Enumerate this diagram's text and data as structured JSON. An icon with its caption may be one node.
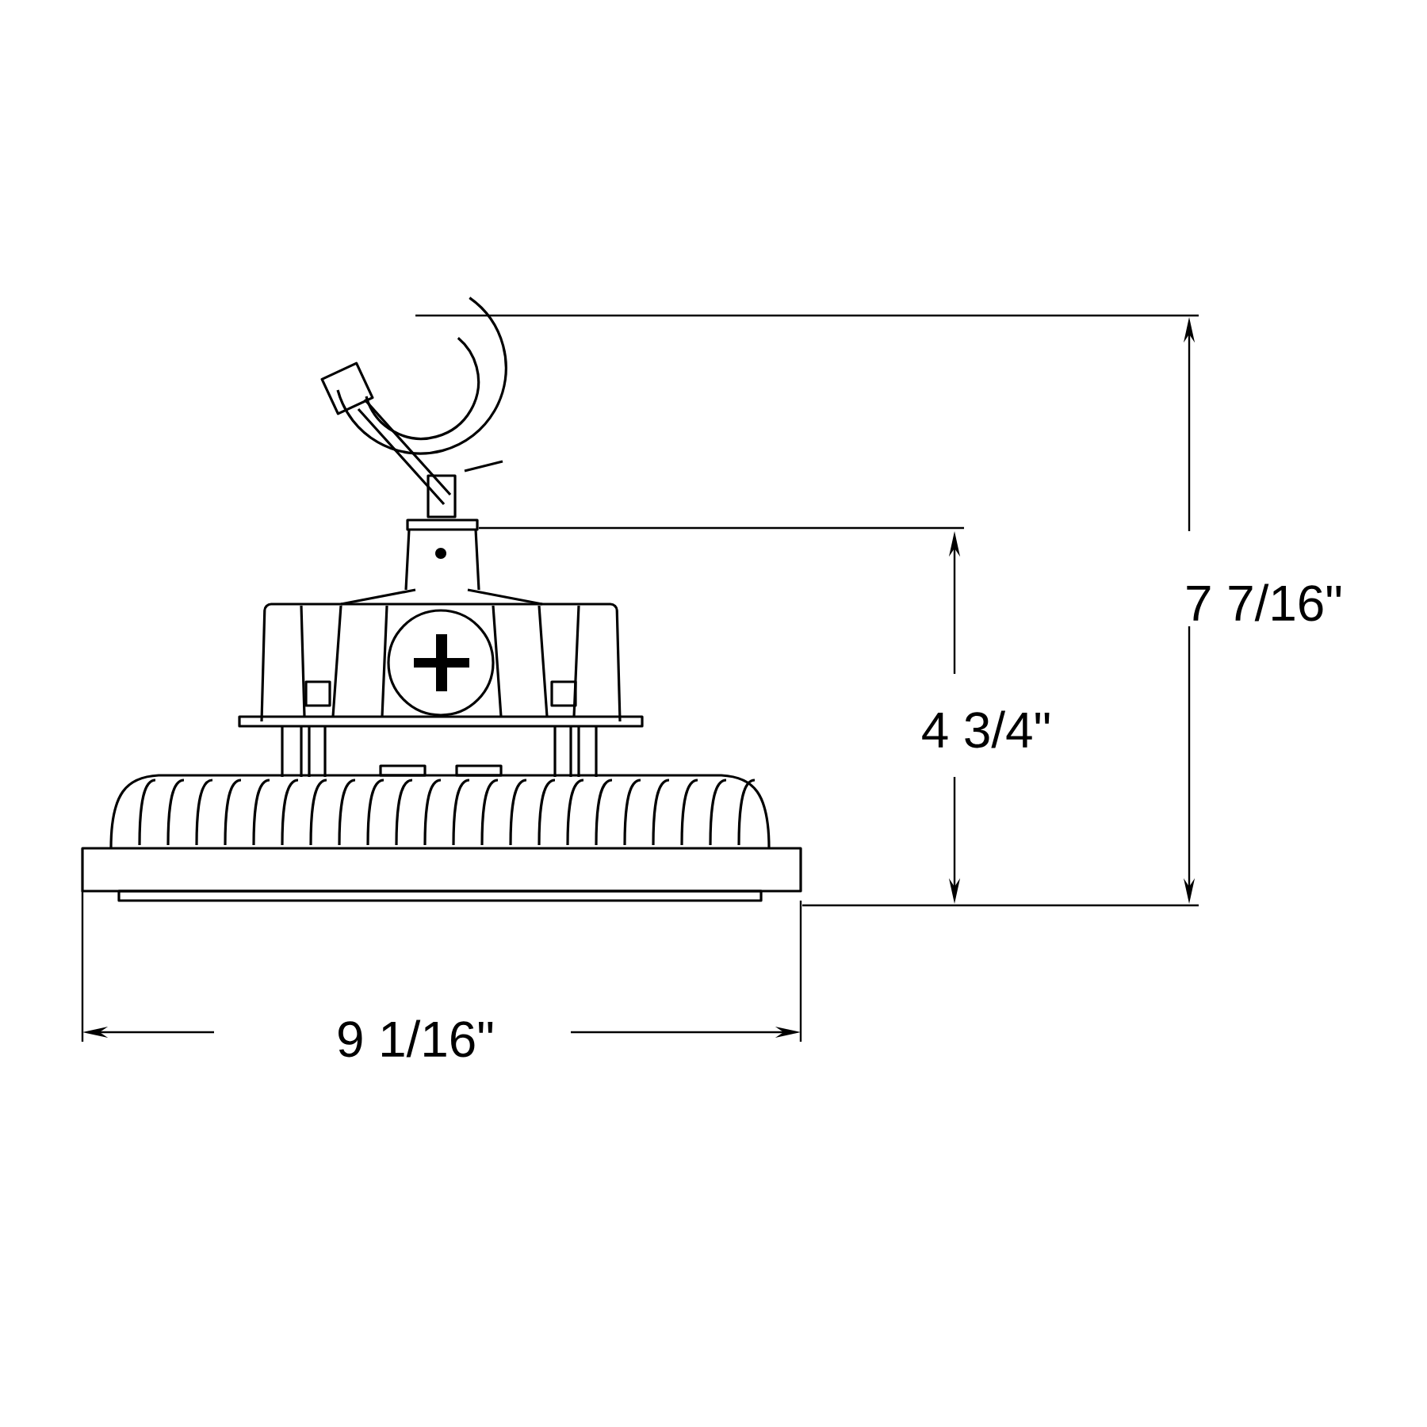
{
  "diagram": {
    "labels": [
      "7 7/16\"",
      "4 3/4\"",
      "9 1/16\""
    ]
  }
}
